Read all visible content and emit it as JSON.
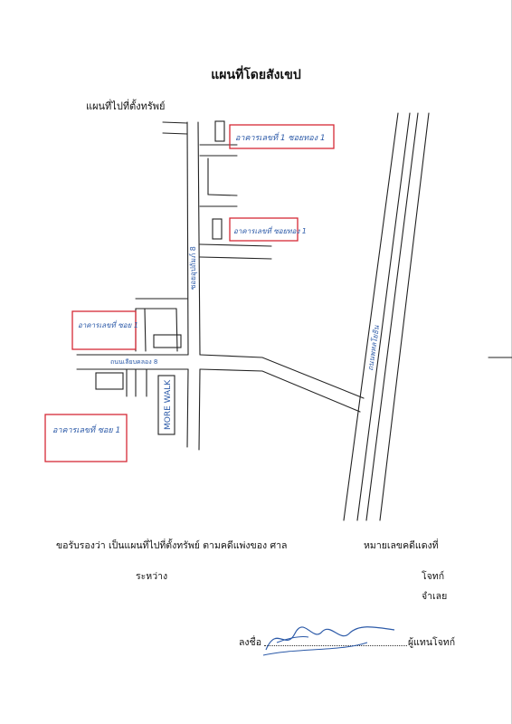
{
  "document": {
    "title": "แผนที่โดยสังเขป",
    "subtitle": "แผนที่ไปที่ตั้งทรัพย์"
  },
  "map": {
    "labels": {
      "building_top": "อาคารเลขที่ 1 ซอยทอง 1",
      "building_mid": "อาคารเลขที่ ซอยทอง 1",
      "building_left": "อาคารเลขที่ ซอย 1",
      "building_bottom": "อาคารเลขที่ ซอย 1",
      "soi_vertical": "ซอยอุปถัมภ์ 8",
      "soi_horizontal": "ถนนเลียบคลอง 8",
      "market": "MORE WALK",
      "main_road": "ถนนพหลโยธิน"
    }
  },
  "footer": {
    "certify": "ขอรับรองว่า เป็นแผนที่ไปที่ตั้งทรัพย์  ตามคดีแพ่งของ ศาล",
    "case_no": "หมายเลขคดีแดงที่",
    "between": "ระหว่าง",
    "plaintiff": "โจทก์",
    "defendant": "จำเลย",
    "sign_label": "ลงชื่อ",
    "sign_role": "ผู้แทนโจทก์"
  },
  "colors": {
    "ink": "#222222",
    "blue_pen": "#2c5aa8",
    "red_box": "#d62a35"
  }
}
